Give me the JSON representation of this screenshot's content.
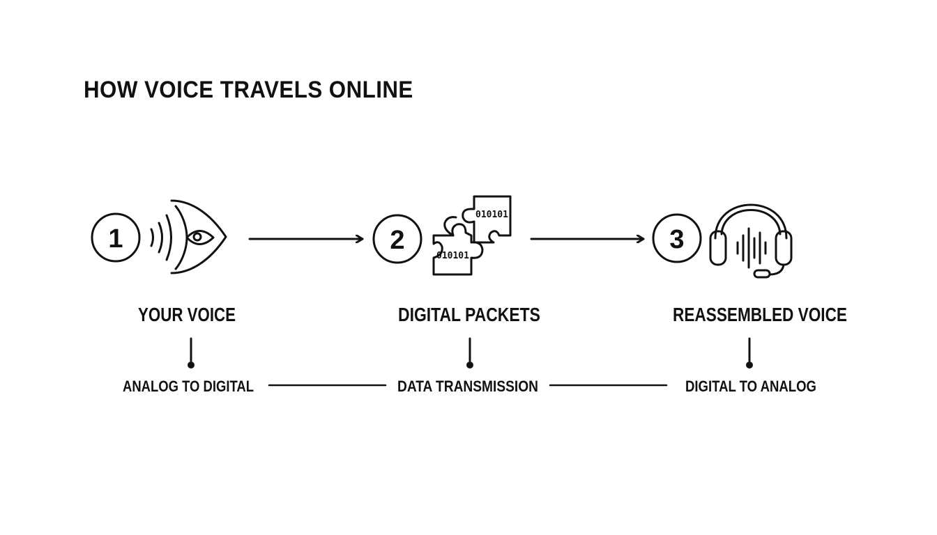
{
  "title": "HOW VOICE TRAVELS ONLINE",
  "steps": [
    {
      "number": "1",
      "title": "YOUR VOICE",
      "stage": "ANALOG TO DIGITAL",
      "icon": "speaking-head-icon"
    },
    {
      "number": "2",
      "title": "DIGITAL PACKETS",
      "stage": "DATA TRANSMISSION",
      "icon": "puzzle-packets-icon",
      "packet_bits": [
        "010101",
        "010101"
      ]
    },
    {
      "number": "3",
      "title": "REASSEMBLED VOICE",
      "stage": "DIGITAL TO ANALOG",
      "icon": "headset-icon"
    }
  ],
  "colors": {
    "ink": "#111111",
    "background": "#ffffff"
  }
}
